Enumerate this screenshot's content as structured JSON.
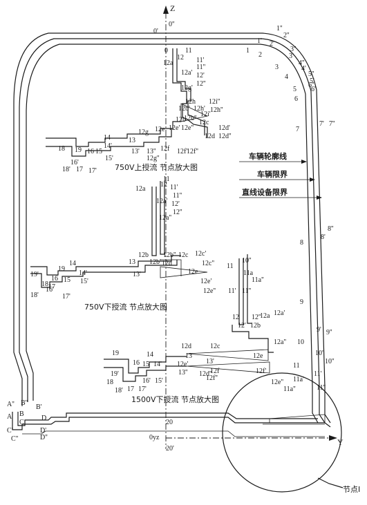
{
  "axes": {
    "z": "Z",
    "y": "Y",
    "origin": "0yz"
  },
  "legend": {
    "vehicle_profile": "车辆轮廓线",
    "vehicle_limit": "车辆限界",
    "equipment_limit": "直线设备限界"
  },
  "captions": {
    "upper_750": "750V上授流  节点放大图",
    "lower_750": "750V下授流  节点放大图",
    "lower_1500": "1500V下授流  节点放大图",
    "node": "节点I"
  },
  "labels": {
    "top": [
      "0'",
      "0''",
      "0",
      "1''",
      "2''",
      "1'",
      "2'",
      "3''",
      "1",
      "2",
      "3'",
      "4''",
      "3",
      "4'",
      "5''",
      "4",
      "5'",
      "6''",
      "5",
      "6'",
      "6",
      "7",
      "7'",
      "7''",
      "8''",
      "8'",
      "8",
      "9",
      "9'",
      "9''",
      "10",
      "10'",
      "10''",
      "11",
      "11'",
      "11''",
      "11a'",
      "11a''"
    ],
    "upper_detail": [
      "11",
      "12",
      "11'",
      "12a",
      "11''",
      "12'",
      "12a'",
      "12''",
      "12g'",
      "12h",
      "12i''",
      "12b'",
      "12h'",
      "12h''",
      "12i'",
      "12b",
      "12b''",
      "12c",
      "12e",
      "12e'",
      "12e''",
      "12d",
      "12d'",
      "12d''",
      "12f'",
      "12f",
      "12f''",
      "13",
      "14",
      "12g",
      "13'",
      "13''",
      "12g''",
      "18",
      "19",
      "16",
      "15",
      "14'",
      "15'",
      "18'",
      "17",
      "17'",
      "16'"
    ],
    "lower_750_detail": [
      "12a",
      "11",
      "12",
      "11'",
      "11''",
      "12a'",
      "12'",
      "12''",
      "12a''",
      "12b",
      "12b''",
      "12c",
      "12c'",
      "12b'",
      "12d",
      "12c''",
      "13",
      "12e",
      "13'",
      "12e'",
      "12e''",
      "19",
      "14",
      "19'",
      "16",
      "15",
      "14'",
      "18",
      "15'",
      "17",
      "16'",
      "18'",
      "17'"
    ],
    "lower_1500_detail": [
      "11",
      "10''",
      "11a",
      "11a''",
      "11'",
      "11''",
      "12",
      "12''",
      "12a",
      "12a'",
      "12'",
      "12b",
      "12a''",
      "12d",
      "12c",
      "13",
      "12e",
      "12e'",
      "13'",
      "12f",
      "12f'",
      "13''",
      "12d''",
      "12f''",
      "12e''",
      "19",
      "14",
      "19'",
      "16",
      "15",
      "14'",
      "18",
      "16'",
      "15'",
      "18'",
      "17",
      "17'"
    ],
    "corner": [
      "A''",
      "B''",
      "B'",
      "A",
      "B",
      "C",
      "D",
      "C'",
      "C''",
      "D'",
      "D''"
    ],
    "bottom": [
      "20",
      "20'"
    ]
  }
}
